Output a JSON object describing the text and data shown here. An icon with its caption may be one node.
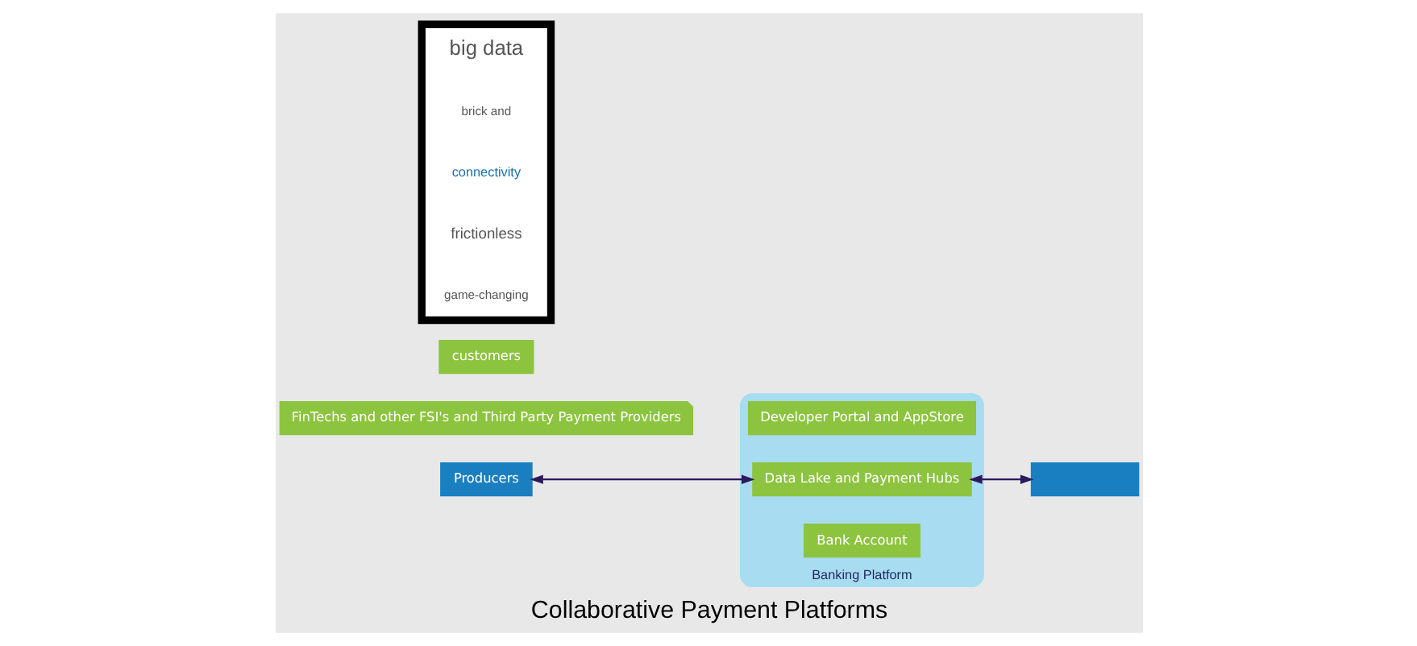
{
  "diagram": {
    "caption": "Collaborative Payment Platforms",
    "nodes": [
      {
        "text": [
          "Producers"
        ]
      },
      {
        "text": [
          "FinTechs and other FSI's and Third Party Payment Providers"
        ]
      },
      {
        "text": [
          "Banking Platform"
        ]
      },
      {
        "text": [
          "Developer Portal and AppStore"
        ],
        "in": 2
      },
      {
        "text": [
          "Data Lake and Payment Hubs"
        ],
        "in": 2
      },
      {
        "text": [
          "Bank Account"
        ],
        "in": 2
      },
      {
        "text": [],
        "shape": "box"
      },
      {
        "text": [
          "customers"
        ]
      },
      {
        "text": [],
        "shape": "box"
      },
      {
        "text": [
          "big data"
        ],
        "in": 8
      },
      {
        "text": [
          "brick and"
        ],
        "in": 8
      },
      {
        "text": [
          "connectivity"
        ],
        "in": 8
      },
      {
        "text": [
          "frictionless"
        ],
        "in": 8
      },
      {
        "text": [
          "game-changing"
        ],
        "in": 8
      }
    ],
    "edges": [
      {
        "from": 0,
        "to": 4,
        "arrow": "both"
      },
      {
        "from": 4,
        "to": 6,
        "arrow": "both"
      }
    ]
  }
}
